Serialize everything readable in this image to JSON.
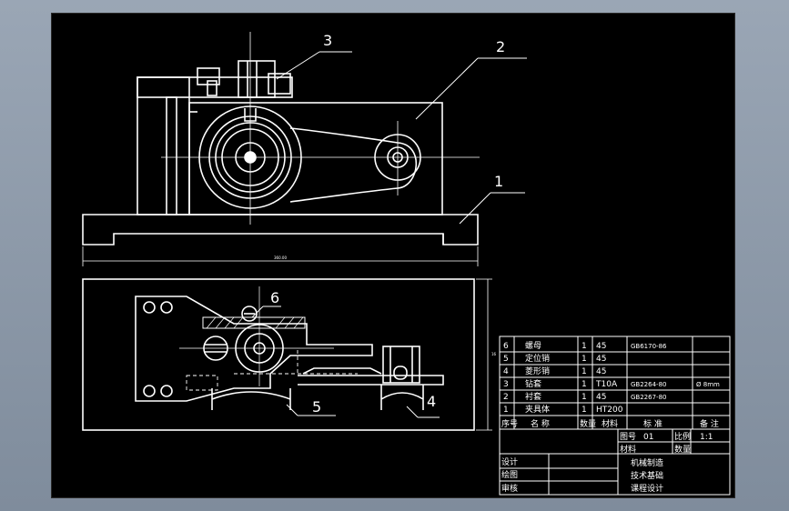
{
  "viewer": {
    "background": "#8d99a8",
    "sheet_color": "#000000",
    "line_color": "#ffffff"
  },
  "balloons": {
    "b1": "1",
    "b2": "2",
    "b3": "3",
    "b4": "4",
    "b5": "5",
    "b6": "6"
  },
  "dimensions": {
    "overall_width": "360.00",
    "plan_height": "16"
  },
  "bom": {
    "rows": [
      {
        "no": "6",
        "name": "螺母",
        "qty": "1",
        "material": "45",
        "standard": "GB6170-86",
        "remark": ""
      },
      {
        "no": "5",
        "name": "定位销",
        "qty": "1",
        "material": "45",
        "standard": "",
        "remark": ""
      },
      {
        "no": "4",
        "name": "菱形销",
        "qty": "1",
        "material": "45",
        "standard": "",
        "remark": ""
      },
      {
        "no": "3",
        "name": "钻套",
        "qty": "1",
        "material": "T10A",
        "standard": "GB2264-80",
        "remark": "Ø 8mm"
      },
      {
        "no": "2",
        "name": "衬套",
        "qty": "1",
        "material": "45",
        "standard": "GB2267-80",
        "remark": ""
      },
      {
        "no": "1",
        "name": "夹具体",
        "qty": "1",
        "material": "HT200",
        "standard": "",
        "remark": ""
      }
    ],
    "header": {
      "no": "序号",
      "name": "名 称",
      "qty": "数量",
      "material": "材料",
      "standard": "标 准",
      "remark": "备 注"
    }
  },
  "title_block": {
    "drawing_no_label": "图号",
    "drawing_no": "01",
    "scale_label": "比例",
    "scale": "1:1",
    "material_label": "材料",
    "quantity_label": "数量",
    "design": "设计",
    "draw": "绘图",
    "review": "审核",
    "project_line1": "机械制造",
    "project_line2": "技术基础",
    "project_line3": "课程设计"
  }
}
